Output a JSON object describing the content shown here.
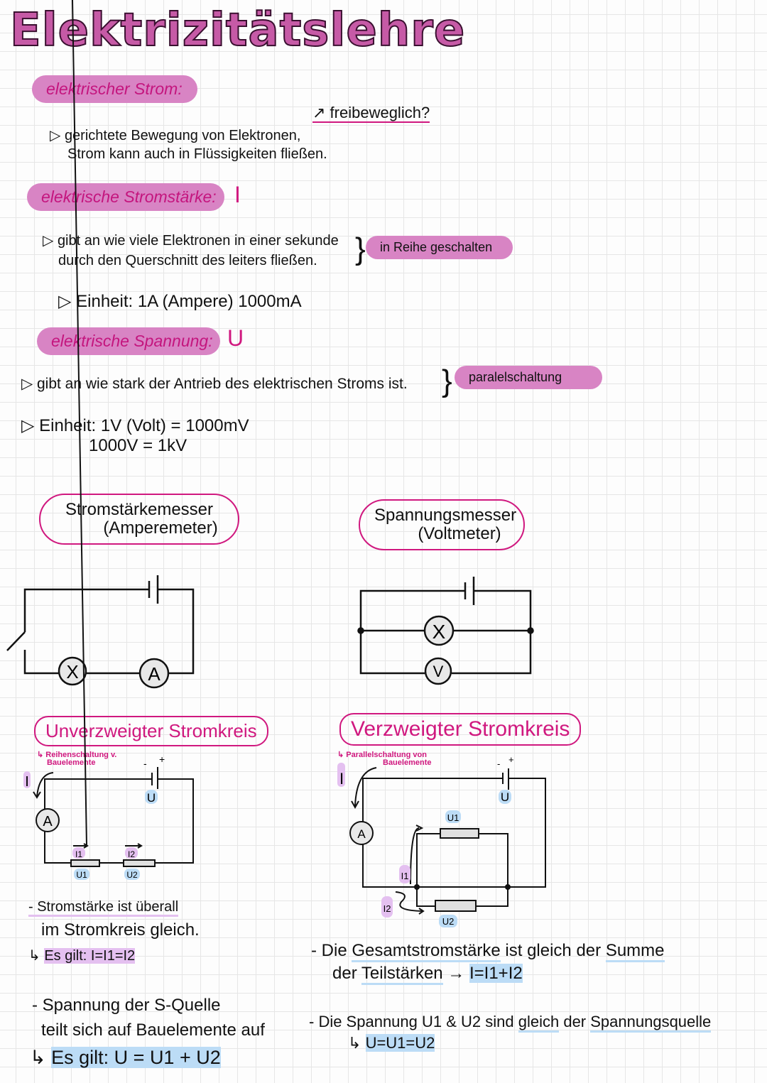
{
  "title": "Elektrizitätslehre",
  "strom": {
    "label": "elektrischer Strom:",
    "note": "↗ freibeweglich?",
    "line1": "▷ gerichtete Bewegung von Elektronen,",
    "line2": "Strom kann auch in Flüssigkeiten fließen."
  },
  "stromstaerke": {
    "label": "elektrische Stromstärke:",
    "symbol": "I",
    "line1": "▷ gibt an wie viele Elektronen in einer sekunde",
    "line2": "durch den Querschnitt des leiters fließen.",
    "brace": "}",
    "tag": "in Reihe geschalten",
    "unit": "▷ Einheit: 1A (Ampere) 1000mA"
  },
  "spannung": {
    "label": "elektrische Spannung:",
    "symbol": "U",
    "line1": "▷ gibt an wie stark der Antrieb des elektrischen Stroms ist.",
    "brace": "}",
    "tag": "paralelschaltung",
    "unit1": "▷ Einheit: 1V (Volt) = 1000mV",
    "unit2": "1000V = 1kV"
  },
  "messer": {
    "ampere_title": "Stromstärkemesser",
    "ampere_sub": "(Amperemeter)",
    "volt_title": "Spannungsmesser",
    "volt_sub": "(Voltmeter)",
    "lamp": "X",
    "ammeter": "A",
    "voltmeter": "V"
  },
  "unverzweigt": {
    "title": "Unverzweigter Stromkreis",
    "sub1": "↳ Reihenschaltung v.",
    "sub2": "Bauelemente",
    "labels": {
      "I": "I",
      "U": "U",
      "A": "A",
      "I1": "I1",
      "I2": "I2",
      "U1": "U1",
      "U2": "U2",
      "minus": "-",
      "plus": "+"
    },
    "text1": "- Stromstärke ist überall",
    "text2": "im Stromkreis gleich.",
    "rule1_prefix": "↳",
    "rule1": "Es gilt: I=I1=I2",
    "text3": "- Spannung der S-Quelle",
    "text4": "teilt sich auf Bauelemente auf",
    "rule2_prefix": "↳",
    "rule2": "Es gilt: U = U1 + U2"
  },
  "verzweigt": {
    "title": "Verzweigter Stromkreis",
    "sub1": "↳ Parallelschaltung von",
    "sub2": "Bauelemente",
    "labels": {
      "I": "I",
      "U": "U",
      "A": "A",
      "I1": "I1",
      "I2": "I2",
      "U1": "U1",
      "U2": "U2",
      "minus": "-",
      "plus": "+"
    },
    "text1_a": "- Die ",
    "text1_b": "Gesamtstromstärke",
    "text1_c": " ist gleich der ",
    "text1_d": "Summe",
    "text2_a": "der ",
    "text2_b": "Teilstärken",
    "text2_c": " → ",
    "rule1": "I=I1+I2",
    "text3_a": "- Die Spannung U1 & U2 sind ",
    "text3_b": "gleich",
    "text3_c": " der ",
    "text3_d": "Spannungsquelle",
    "rule2_prefix": "↳",
    "rule2": "U=U1=U2"
  }
}
